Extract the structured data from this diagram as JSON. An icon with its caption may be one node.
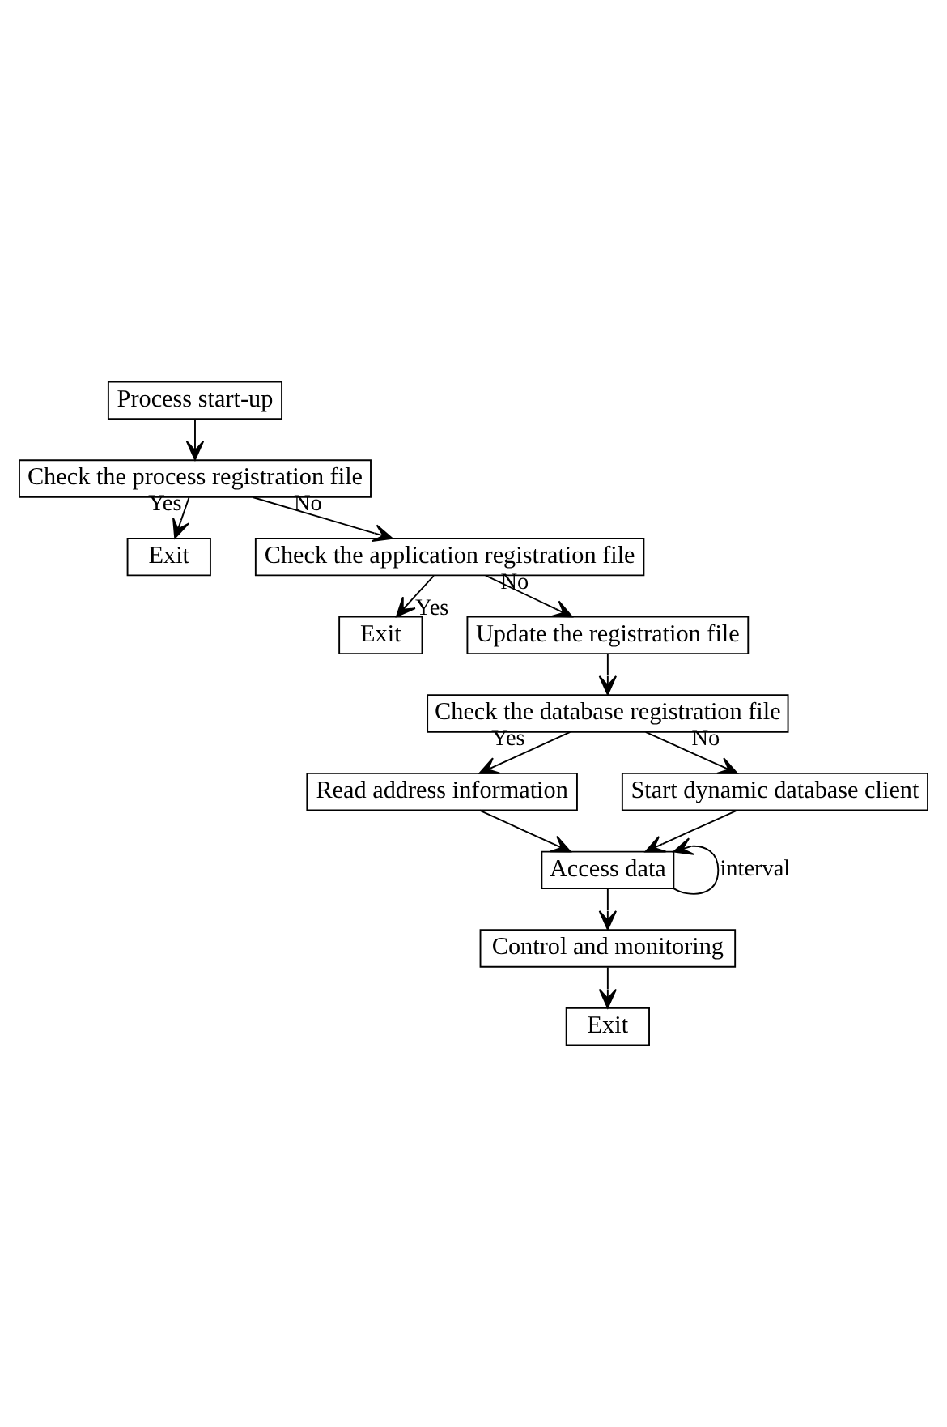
{
  "diagram": {
    "nodes": [
      {
        "text": [
          "Process start-up"
        ]
      },
      {
        "text": [
          "Check the process registration file"
        ]
      },
      {
        "text": [
          "Exit"
        ]
      },
      {
        "text": [
          "Check the application registration file"
        ]
      },
      {
        "text": [
          "Exit"
        ]
      },
      {
        "text": [
          "Update the registration file"
        ]
      },
      {
        "text": [
          "Check the database registration file"
        ]
      },
      {
        "text": [
          "Read address information"
        ]
      },
      {
        "text": [
          "Start dynamic database client"
        ]
      },
      {
        "text": [
          "Access data"
        ]
      },
      {
        "text": [
          "Control and monitoring"
        ]
      },
      {
        "text": [
          "Exit"
        ]
      }
    ],
    "edges": [
      {
        "from": 0,
        "to": 1,
        "arrow": "to"
      },
      {
        "from": 1,
        "to": 2,
        "arrow": "to",
        "label": "Yes"
      },
      {
        "from": 1,
        "to": 3,
        "arrow": "to",
        "label": "No"
      },
      {
        "from": 3,
        "to": 4,
        "arrow": "to",
        "label": "Yes"
      },
      {
        "from": 3,
        "to": 5,
        "arrow": "to",
        "label": "No"
      },
      {
        "from": 5,
        "to": 6,
        "arrow": "to"
      },
      {
        "from": 6,
        "to": 7,
        "arrow": "to",
        "label": "Yes"
      },
      {
        "from": 6,
        "to": 8,
        "arrow": "to",
        "label": "No"
      },
      {
        "from": 7,
        "to": 9,
        "arrow": "to"
      },
      {
        "from": 8,
        "to": 9,
        "arrow": "to"
      },
      {
        "from": 9,
        "to": 9,
        "arrow": "to",
        "label": "interval"
      },
      {
        "from": 9,
        "to": 10,
        "arrow": "to"
      },
      {
        "from": 10,
        "to": 11,
        "arrow": "to"
      }
    ]
  }
}
